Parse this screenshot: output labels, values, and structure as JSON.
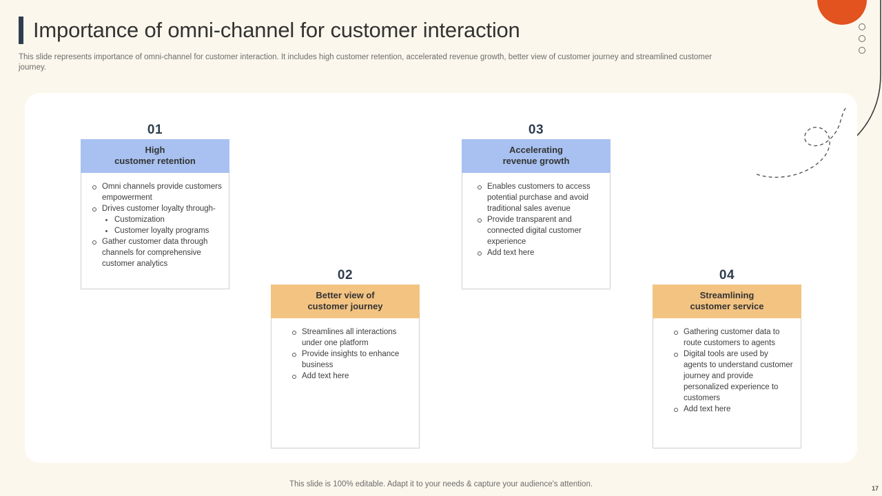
{
  "header": {
    "title": "Importance of omni-channel for customer interaction",
    "subtitle": "This slide represents importance of omni-channel for customer interaction. It includes high customer retention, accelerated revenue growth, better view of customer journey and streamlined customer journey."
  },
  "theme": {
    "accent_dark": "#2f3d4f",
    "blue_header": "#a8c1f0",
    "orange_header": "#f3c382",
    "blob_orange": "#e2531f",
    "page_bg": "#fbf7ec"
  },
  "columns": [
    {
      "number": "01",
      "accent": "blue",
      "title_line1": "High",
      "title_line2": "customer retention",
      "items": [
        {
          "text": "Omni channels provide customers empowerment",
          "sub": []
        },
        {
          "text": "Drives customer loyalty through-",
          "sub": [
            "Customization",
            "Customer loyalty programs"
          ]
        },
        {
          "text": "Gather customer data through channels for comprehensive customer analytics",
          "sub": []
        }
      ]
    },
    {
      "number": "02",
      "accent": "orange",
      "title_line1": "Better view of",
      "title_line2": "customer journey",
      "items": [
        {
          "text": "Streamlines all interactions under one platform",
          "sub": []
        },
        {
          "text": "Provide insights to enhance business",
          "sub": []
        },
        {
          "text": "Add text here",
          "sub": []
        }
      ]
    },
    {
      "number": "03",
      "accent": "blue",
      "title_line1": "Accelerating",
      "title_line2": "revenue growth",
      "items": [
        {
          "text": "Enables customers to access potential purchase and avoid traditional sales avenue",
          "sub": []
        },
        {
          "text": "Provide transparent and connected digital customer experience",
          "sub": []
        },
        {
          "text": "Add text here",
          "sub": []
        }
      ]
    },
    {
      "number": "04",
      "accent": "orange",
      "title_line1": "Streamlining",
      "title_line2": "customer service",
      "items": [
        {
          "text": "Gathering customer data to route customers to agents",
          "sub": []
        },
        {
          "text": "Digital tools are used by agents to understand customer journey and provide personalized experience to customers",
          "sub": []
        },
        {
          "text": "Add text here",
          "sub": []
        }
      ]
    }
  ],
  "footer": {
    "note": "This slide is 100% editable. Adapt it to your needs & capture your audience's attention.",
    "page_number": "17"
  }
}
